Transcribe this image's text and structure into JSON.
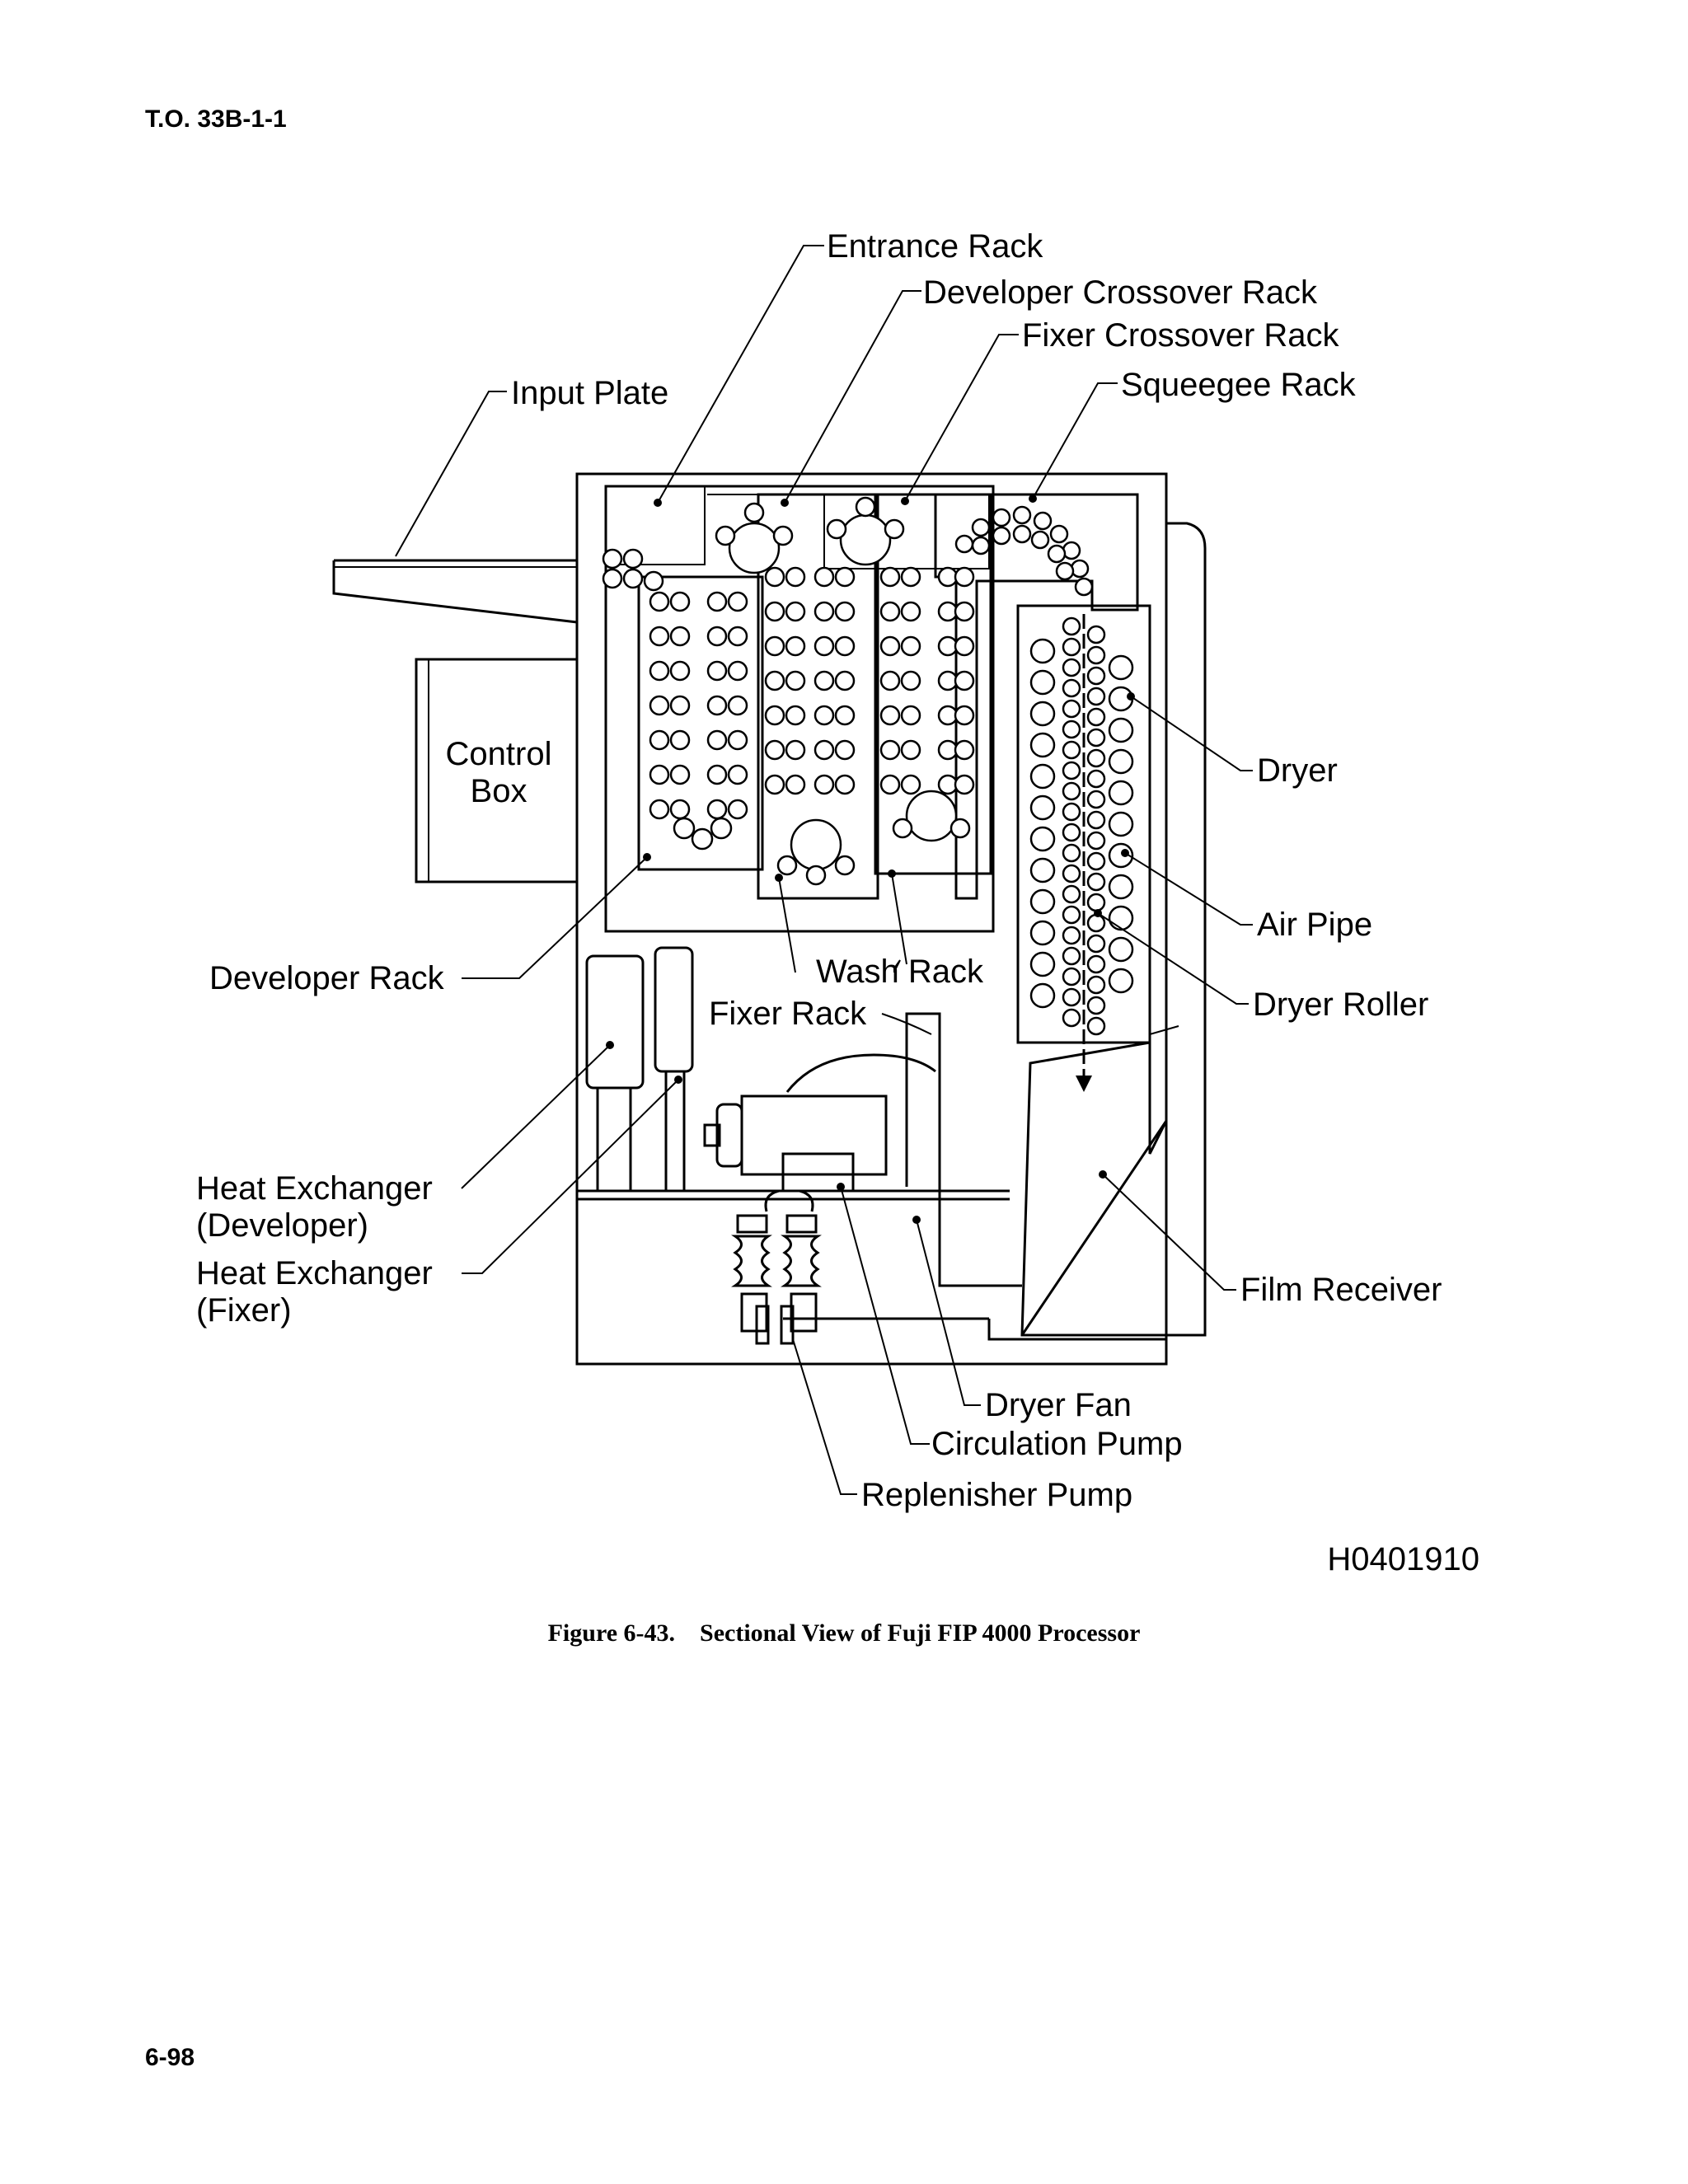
{
  "document": {
    "header": "T.O. 33B-1-1",
    "page_number": "6-98"
  },
  "figure": {
    "caption_number": "Figure 6-43.",
    "caption_title": "Sectional View of Fuji FIP 4000 Processor",
    "figure_id": "H0401910"
  },
  "labels": {
    "entrance_rack": "Entrance Rack",
    "developer_crossover_rack": "Developer Crossover Rack",
    "fixer_crossover_rack": "Fixer Crossover Rack",
    "squeegee_rack": "Squeegee Rack",
    "input_plate": "Input Plate",
    "control_box_line1": "Control",
    "control_box_line2": "Box",
    "dryer": "Dryer",
    "air_pipe": "Air Pipe",
    "dryer_roller": "Dryer Roller",
    "developer_rack": "Developer Rack",
    "wash_rack": "Wash Rack",
    "fixer_rack": "Fixer Rack",
    "heat_exchanger_developer_line1": "Heat Exchanger",
    "heat_exchanger_developer_line2": "(Developer)",
    "heat_exchanger_fixer_line1": "Heat Exchanger",
    "heat_exchanger_fixer_line2": "(Fixer)",
    "film_receiver": "Film Receiver",
    "dryer_fan": "Dryer Fan",
    "circulation_pump": "Circulation Pump",
    "replenisher_pump": "Replenisher Pump"
  }
}
